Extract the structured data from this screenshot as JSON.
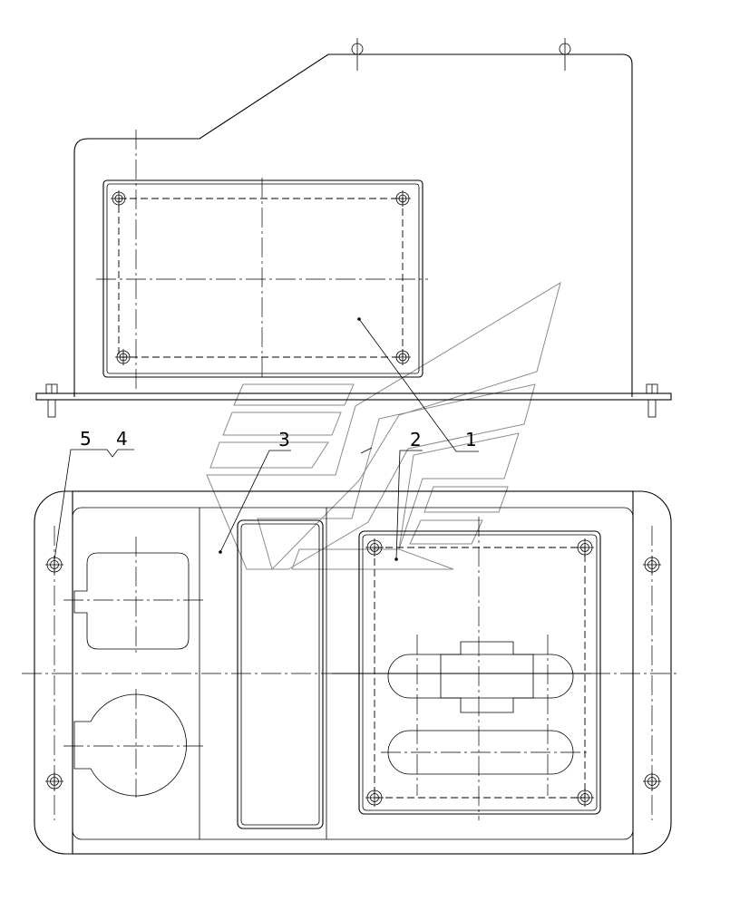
{
  "diagram": {
    "callouts": [
      {
        "number": "1"
      },
      {
        "number": "2"
      },
      {
        "number": "3"
      },
      {
        "number": "4"
      },
      {
        "number": "5"
      }
    ]
  }
}
